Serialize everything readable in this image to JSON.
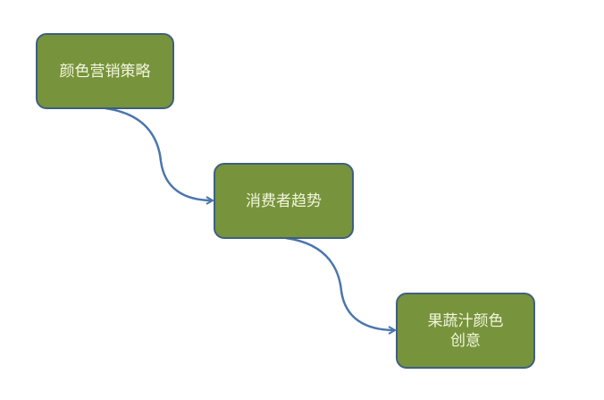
{
  "diagram": {
    "nodes": [
      {
        "label": "颜色营销策略"
      },
      {
        "label": "消费者趋势"
      },
      {
        "label": "果蔬汁颜色\n创意"
      }
    ],
    "edges": [
      {
        "from": "颜色营销策略",
        "to": "消费者趋势"
      },
      {
        "from": "消费者趋势",
        "to": "果蔬汁颜色创意"
      }
    ],
    "colors": {
      "node_fill": "#77933c",
      "node_border": "#3f5f7f",
      "text": "#f2f6dc",
      "arrow": "#4a76ad"
    }
  }
}
